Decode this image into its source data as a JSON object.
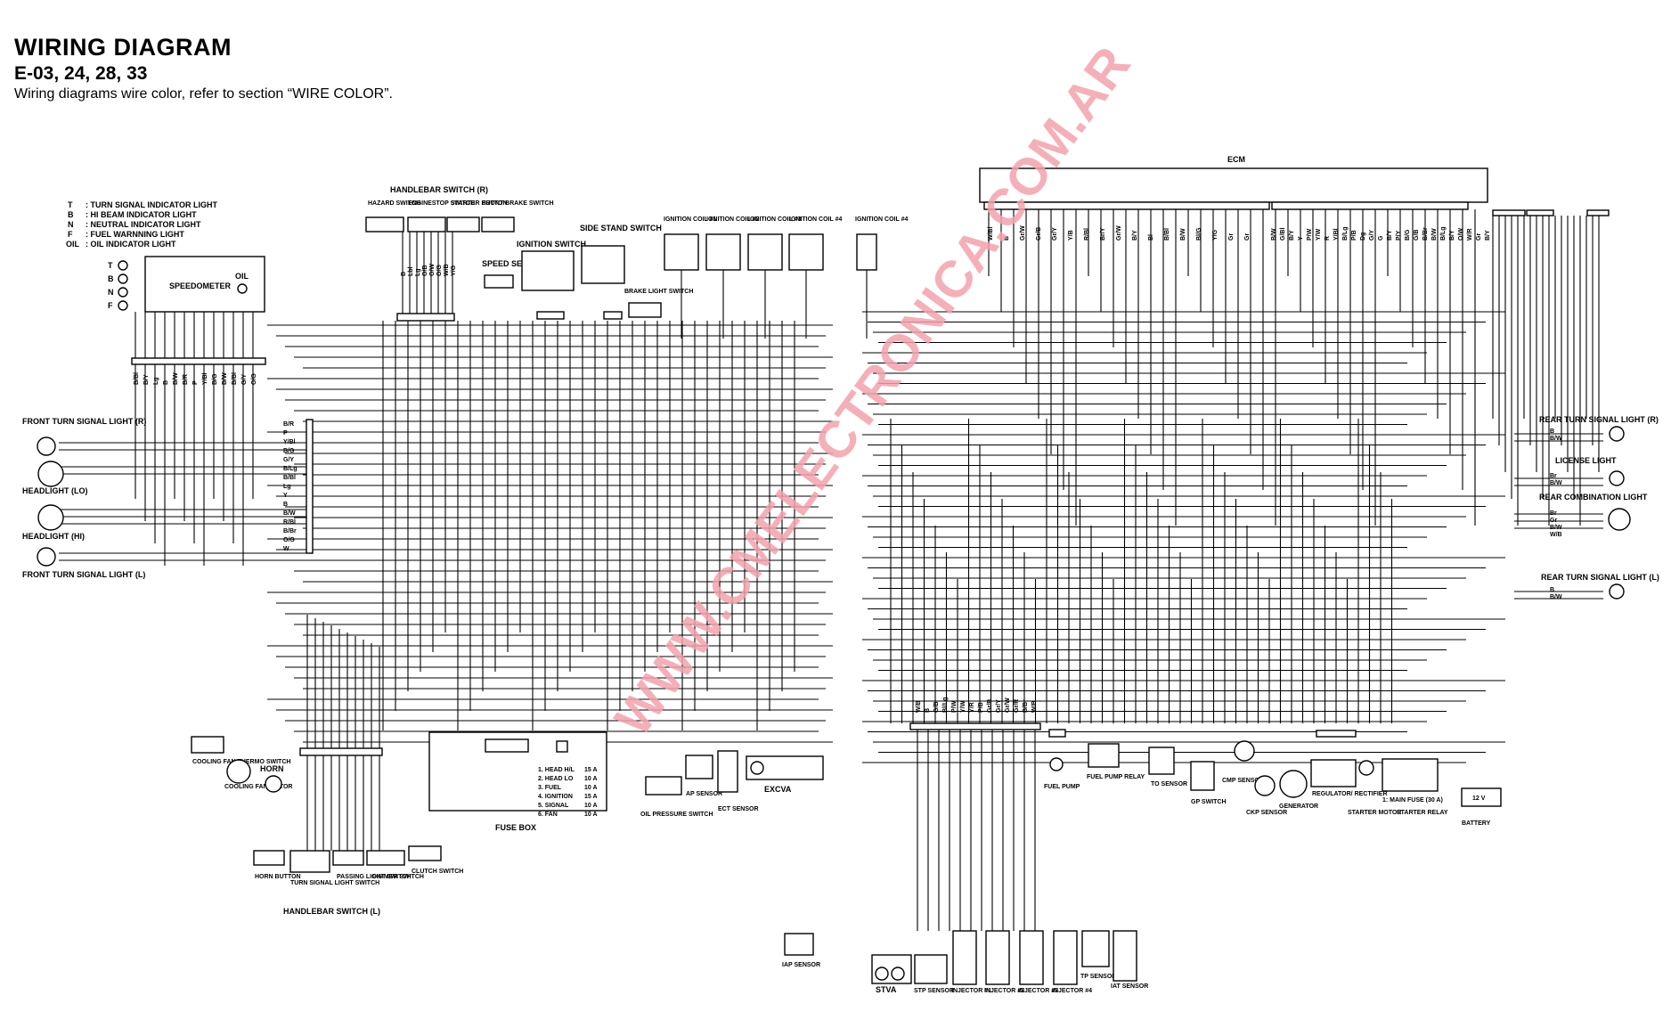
{
  "header": {
    "title": "WIRING DIAGRAM",
    "models": "E-03, 24, 28, 33",
    "note": "Wiring diagrams wire color, refer to section “WIRE COLOR”."
  },
  "legend": [
    {
      "key": "T",
      "text": ": TURN SIGNAL INDICATOR LIGHT"
    },
    {
      "key": "B",
      "text": ": HI BEAM INDICATOR LIGHT"
    },
    {
      "key": "N",
      "text": ": NEUTRAL INDICATOR LIGHT"
    },
    {
      "key": "F",
      "text": ": FUEL WARNNING LIGHT"
    },
    {
      "key": "OIL",
      "text": ": OIL INDICATOR LIGHT"
    }
  ],
  "components": {
    "ecm": "ECM",
    "speedometer": "SPEEDOMETER",
    "oil": "OIL",
    "handlebar_r": "HANDLEBAR SWITCH (R)",
    "hazard": "HAZARD SWITCH",
    "engine_stop": "ENGINESTOP SWITCH",
    "starter_btn": "STARTER BUTTON",
    "front_brake": "FRONT BRAKE SWITCH",
    "speed_sensor": "SPEED SENSOR",
    "ignition_switch": "IGNITION SWITCH",
    "side_stand": "SIDE STAND SWITCH",
    "brake_light": "BRAKE LIGHT SWITCH",
    "coil1": "IGNITION COIL #1",
    "coil2": "IGNITION COIL #2",
    "coil3": "IGNITION COIL #3",
    "coil4": "IGNITION COIL #4",
    "coil4_partial": "IGNITION COIL #4",
    "front_turn_r": "FRONT TURN SIGNAL LIGHT (R)",
    "headlight_lo": "HEADLIGHT (LO)",
    "headlight_hi": "HEADLIGHT (HI)",
    "front_turn_l": "FRONT TURN SIGNAL LIGHT (L)",
    "cooling_thermo": "COOLING FAN THERMO SWITCH",
    "cooling_motor": "COOLING FAN MOTOR",
    "horn": "HORN",
    "horn_button": "HORN BUTTON",
    "turn_switch": "TURN SIGNAL LIGHT SWITCH",
    "passing": "PASSING LIGHT SWITCH",
    "dimmer": "DIMMER SWITCH",
    "clutch": "CLUTCH SWITCH",
    "handlebar_l": "HANDLEBAR SWITCH (L)",
    "fuse_box": "FUSE BOX",
    "oil_pressure": "OIL PRESSURE SWITCH",
    "ap_sensor": "AP SENSOR",
    "ect_sensor": "ECT SENSOR",
    "excva": "EXCVA",
    "iap_sensor": "IAP SENSOR",
    "stva": "STVA",
    "stp_sensor": "STP SENSOR",
    "inj1": "INJECTOR #1",
    "inj2": "INJECTOR #2",
    "inj3": "INJECTOR #3",
    "inj4": "INJECTOR #4",
    "tp_sensor": "TP SENSOR",
    "iat_sensor": "IAT SENSOR",
    "fuel_pump": "FUEL PUMP",
    "fuel_pump_relay": "FUEL PUMP RELAY",
    "to_sensor": "TO SENSOR",
    "gp_switch": "GP SWITCH",
    "cmp_sensor": "CMP SENSOR",
    "ckp_sensor": "CKP SENSOR",
    "generator": "GENERATOR",
    "regulator": "REGULATOR/ RECTIFIER",
    "starter_motor": "STARTER MOTOR",
    "starter_relay": "STARTER RELAY",
    "main_fuse": "1: MAIN FUSE (30 A)",
    "battery": "BATTERY",
    "battery_v": "12 V",
    "rear_turn_r": "REAR TURN SIGNAL LIGHT (R)",
    "license": "LICENSE LIGHT",
    "rear_combo": "REAR COMBINATION LIGHT",
    "rear_turn_l": "REAR TURN SIGNAL LIGHT (L)"
  },
  "fuses": [
    {
      "text": "1. HEAD H/L",
      "rating": "15 A"
    },
    {
      "text": "2. HEAD LO",
      "rating": "10 A"
    },
    {
      "text": "3. FUEL",
      "rating": "10 A"
    },
    {
      "text": "4. IGNITION",
      "rating": "15 A"
    },
    {
      "text": "5. SIGNAL",
      "rating": "10 A"
    },
    {
      "text": "6. FAN",
      "rating": "10 A"
    }
  ],
  "wires": {
    "front_junction": [
      "B/R",
      "P",
      "Y/Bl",
      "B/G",
      "G/Y",
      "B/Lg",
      "B/Bl",
      "Lg",
      "Y",
      "B",
      "B/W",
      "R/Bl",
      "B/Br",
      "O/G",
      "W"
    ],
    "speedo_bottom": [
      "B/Bl",
      "B/Y",
      "Lg",
      "B",
      "B/W",
      "B/R",
      "P",
      "Y/Bl",
      "B/G",
      "B/W",
      "B/Bl",
      "G/Y",
      "O/G"
    ],
    "handlebar_r_wires": [
      "B",
      "Lbl",
      "Lg",
      "O/B",
      "O/W",
      "O/G",
      "W/B",
      "Y/G"
    ],
    "ecm_left": [
      "W/Bl",
      "B",
      "Gr/W",
      "Gr/B",
      "Gr/Y",
      "Y/B",
      "R/Bl",
      "Br/Y",
      "Gr/W",
      "B/Y",
      "Bl",
      "B/Bl",
      "B/W",
      "Bl/G",
      "Y/G",
      "Gr",
      "Gr"
    ],
    "ecm_right": [
      "B/W",
      "G/Bl",
      "B/Y",
      "Y",
      "P/W",
      "Y/W",
      "R",
      "Y/Bl",
      "B/Lg",
      "P/B",
      "Dg",
      "G/Y",
      "G",
      "B/Y",
      "P/Y",
      "B/G",
      "G/B",
      "B/Br",
      "B/W",
      "B/Lg",
      "B/Y",
      "O/W",
      "W/R",
      "Gr",
      "B/Y"
    ],
    "lower_center": [
      "W/B",
      "B",
      "G/B",
      "Bl/Lg",
      "P/W",
      "Y/W",
      "Y/R",
      "P/B",
      "Gr/B",
      "Gr/Y",
      "Gr/W",
      "Gr/R",
      "B/Br",
      "W/B"
    ],
    "rear_r": [
      "B",
      "B/W"
    ],
    "license": [
      "Br",
      "B/W"
    ],
    "rear_combo": [
      "Br",
      "Gr",
      "B/W",
      "W/B"
    ],
    "rear_l": [
      "B",
      "B/W"
    ]
  },
  "watermark": "WWW.CMELECTRONICA.COM.AR",
  "colors": {
    "ink": "#000000",
    "watermark": "#f3a3ad",
    "background": "#ffffff"
  }
}
